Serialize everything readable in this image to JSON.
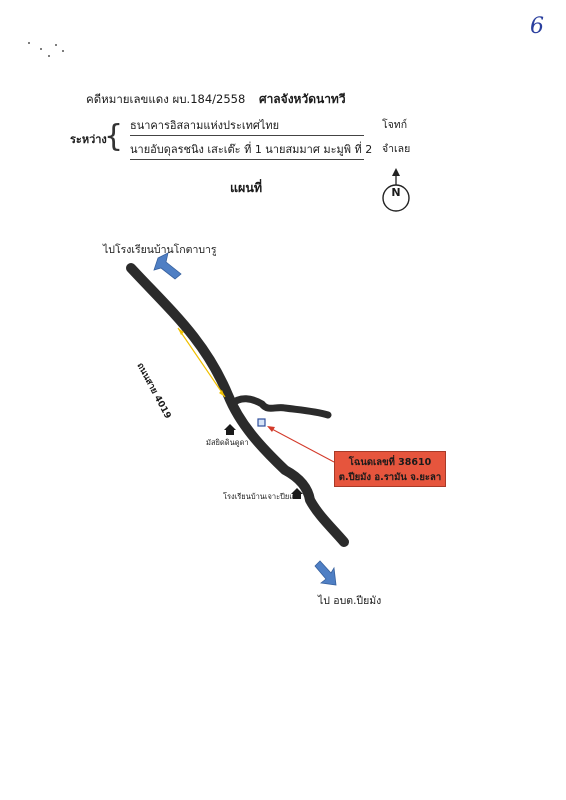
{
  "page_number": "6",
  "header": {
    "case_number": "คดีหมายเลขแดง ผบ.184/2558",
    "court": "ศาลจังหวัดนาทวี"
  },
  "parties": {
    "between_label": "ระหว่าง",
    "plaintiff_name": "ธนาคารอิสลามแห่งประเทศไทย",
    "plaintiff_role": "โจทก์",
    "defendant_name": "นายอับดุลรชนิง เสะเต๊ะ ที่ 1 นายสมมาศ มะมูพิ ที่ 2",
    "defendant_role": "จำเลย"
  },
  "map_title": "แผนที่",
  "north_label": "N",
  "labels": {
    "to_school_top": "ไปโรงเรียนบ้านโกตาบารู",
    "road_name": "ถนนสาย 4019",
    "mosque": "มัสยิดดินดูดา",
    "school_bottom": "โรงเรียนบ้านเจาะปียแม",
    "to_bottom": "ไป อบต.ปียมัง"
  },
  "plot": {
    "line1": "โฉนดเลขที่  38610",
    "line2": "ต.ปียมัง อ.รามัน  จ.ยะลา"
  },
  "colors": {
    "road": "#2b2b2b",
    "arrow": "#4f7fc4",
    "plot_box": "#e6553d",
    "dim_line": "#f0c000",
    "pointer": "#d33a2a"
  }
}
